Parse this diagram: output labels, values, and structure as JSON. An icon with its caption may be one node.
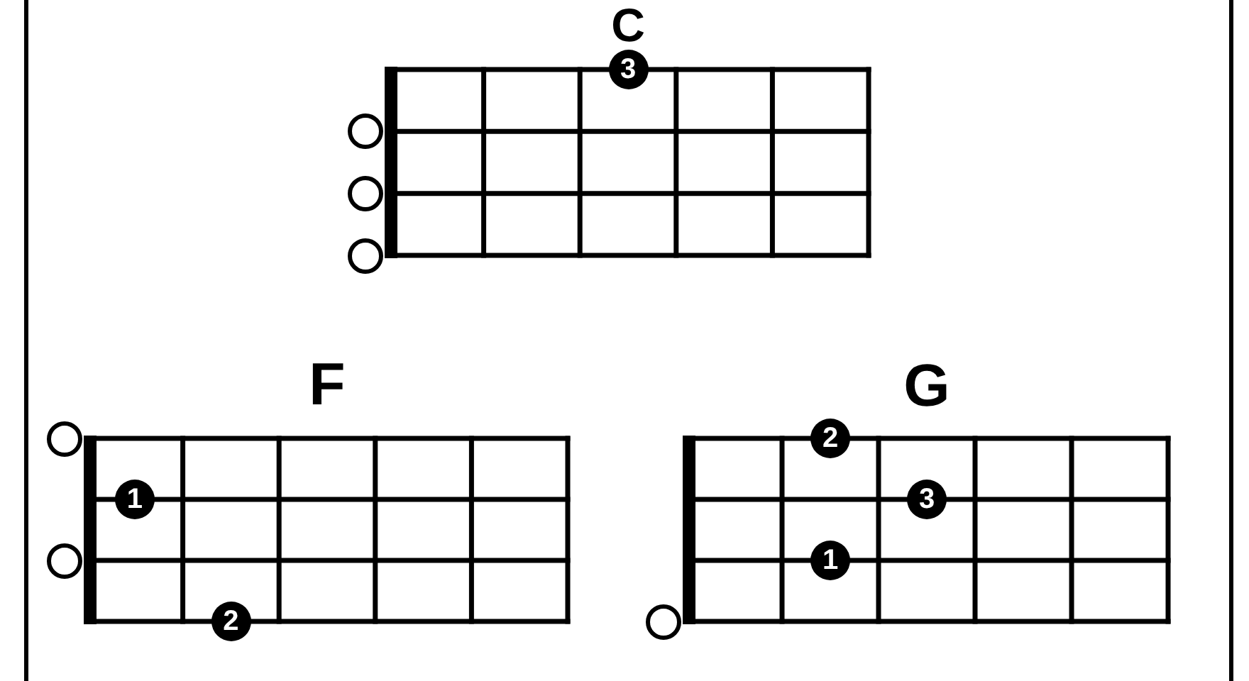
{
  "diagram": {
    "nodes": [
      {
        "text": [
          "C"
        ]
      },
      {
        "text": [
          "3"
        ],
        "in": 0
      },
      {
        "text": [],
        "shape": "circle"
      },
      {
        "text": [],
        "shape": "circle"
      },
      {
        "text": [],
        "shape": "circle"
      },
      {
        "text": [
          "F"
        ]
      },
      {
        "text": [],
        "shape": "circle"
      },
      {
        "text": [
          "1"
        ],
        "in": 5
      },
      {
        "text": [],
        "shape": "circle"
      },
      {
        "text": [
          "2"
        ],
        "in": 5
      },
      {
        "text": [
          "G"
        ]
      },
      {
        "text": [
          "2"
        ],
        "in": 10
      },
      {
        "text": [
          "3"
        ],
        "in": 10
      },
      {
        "text": [
          "1"
        ],
        "in": 10
      },
      {
        "text": [],
        "shape": "circle"
      }
    ]
  }
}
